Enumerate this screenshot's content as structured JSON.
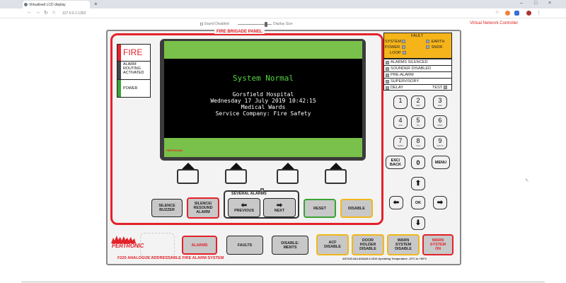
{
  "browser": {
    "tab_title": "Virtualised LCD display",
    "tab_close": "×",
    "new_tab": "+",
    "url": "127.0.0.1:1302",
    "win_min": "–",
    "win_max": "□",
    "win_close": "×"
  },
  "toggles": {
    "sound": "Sound Disabled",
    "display": "Display Size"
  },
  "vnc_label": "Virtual Network Controller",
  "panel": {
    "title": "FIRE BRIGADE PANEL",
    "leds": {
      "fire": "FIRE",
      "alarm_routing": "ALARM\nROUTING\nACTIVATED",
      "power": "POWER"
    },
    "screen": {
      "status": "System Normal",
      "line1": "Gorsfield Hospital",
      "line2": "Wednesday 17 July 2019 10:42:15",
      "line3": "Medical Wards",
      "line4": "Service Company: Fire Safety",
      "logo": "PERTRONIC"
    },
    "buttons": {
      "silence_buzzer": "SILENCE\nBUZZER",
      "silence_resound": "SILENCE/\nRESOUND\nALARM",
      "several_alarms": "SEVERAL ALARMS",
      "previous": "PREVIOUS",
      "next": "NEXT",
      "reset": "RESET",
      "disable": "DISABLE"
    }
  },
  "fault_box": {
    "title": "FAULT",
    "system": "SYSTEM",
    "earth": "EARTH",
    "power": "POWER",
    "sndr": "SNDR",
    "loop": "LOOP"
  },
  "status_list": [
    "ALARMS SILENCED",
    "SOUNDER DISABLED",
    "PRE-ALARM",
    "SUPERVISORY",
    "DELAY"
  ],
  "status_test": "TEST",
  "keypad": {
    "keys": [
      {
        "d": "1",
        "s": ""
      },
      {
        "d": "2",
        "s": "ABC"
      },
      {
        "d": "3",
        "s": "DEF"
      },
      {
        "d": "4",
        "s": "GHI"
      },
      {
        "d": "5",
        "s": "JKL"
      },
      {
        "d": "6",
        "s": "MNO"
      },
      {
        "d": "7",
        "s": "PQRS"
      },
      {
        "d": "8",
        "s": "TUV"
      },
      {
        "d": "9",
        "s": "WXYZ"
      }
    ],
    "esc": "ESC/\nBACK",
    "zero": "0",
    "menu": "MENU",
    "ok": "OK",
    "up": "⬆",
    "down": "⬇",
    "left": "⬅",
    "right": "➡"
  },
  "bottom": {
    "alarms": "ALARMS",
    "faults": "FAULTS",
    "disablements": "DISABLE-\nMENTS",
    "acf_disable": "ACF\nDISABLE",
    "door_holder": "DOOR\nHOLDER\nDISABLE",
    "warn_disable": "WARN\nSYSTEM\nDISABLE",
    "warn_on": "WARN\nSYSTEM\nON",
    "brand": "PERTRONIC",
    "product": "F220 ANALOGUE ADDRESSABLE FIRE ALARM SYSTEM",
    "certs": "AS7240.2&4     AS4428.3-2010     Operating Temperature -10°C to +50°C"
  },
  "colors": {
    "red": "#e4222a",
    "green_bar": "#79c14a",
    "status_text": "#58d446",
    "fault_yellow": "#f5b41a"
  }
}
